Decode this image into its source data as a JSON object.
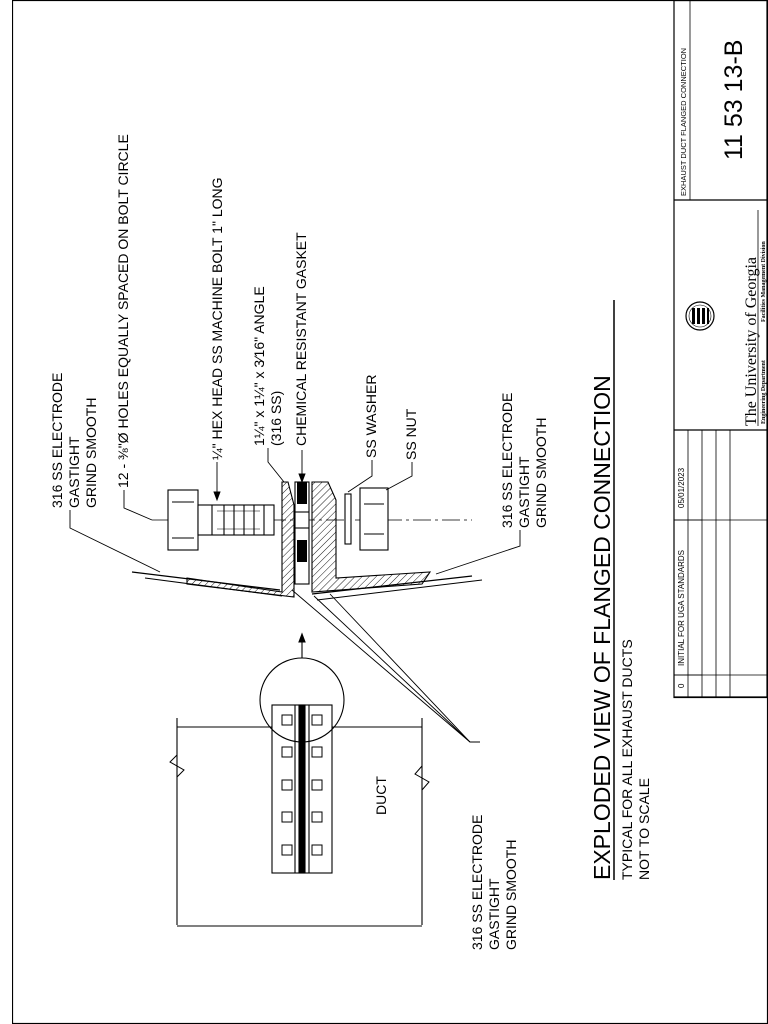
{
  "title": "EXPLODED VIEW OF FLANGED CONNECTION",
  "subtitle_lines": [
    "TYPICAL FOR ALL EXHAUST DUCTS",
    "NOT TO SCALE"
  ],
  "labels": {
    "weld_top": [
      "316 SS ELECTRODE",
      "GASTIGHT",
      "GRIND SMOOTH"
    ],
    "holes": "12 - ⅜\"Ø HOLES EQUALLY SPACED ON BOLT CIRCLE",
    "bolt": "¼\" HEX HEAD SS MACHINE BOLT 1\" LONG",
    "angle": [
      "1¼\" x 1¼\" x 3⁄16\" ANGLE",
      "(316 SS)"
    ],
    "gasket": "CHEMICAL RESISTANT GASKET",
    "washer": "SS WASHER",
    "nut": "SS NUT",
    "weld_right": [
      "316 SS ELECTRODE",
      "GASTIGHT",
      "GRIND SMOOTH"
    ],
    "weld_bottom": [
      "316 SS ELECTRODE",
      "GASTIGHT",
      "GRIND SMOOTH"
    ],
    "duct": "DUCT"
  },
  "title_block": {
    "revision": {
      "number": "0",
      "description": "INITIAL FOR UGA STANDARDS",
      "date": "05/01/2023"
    },
    "university": "The University of Georgia",
    "dept_left": "Engineering Department",
    "dept_right": "Facilities Management Division",
    "sheet_title": "EXHAUST DUCT FLANGED CONNECTION",
    "drawing_number": "11 53 13-B"
  }
}
